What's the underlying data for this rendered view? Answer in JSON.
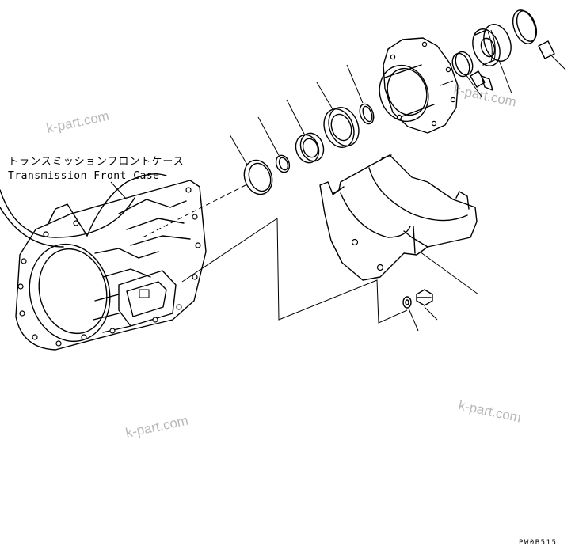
{
  "labels": {
    "case_jp": "トランスミッションフロントケース",
    "case_en": "Transmission Front Case"
  },
  "watermarks": [
    "k-part.com",
    "k-part.com",
    "k-part.com",
    "k-part.com"
  ],
  "drawing_code": "PW0B515",
  "colors": {
    "line": "#000000",
    "watermark": "#b8b8b8",
    "background": "#ffffff"
  }
}
